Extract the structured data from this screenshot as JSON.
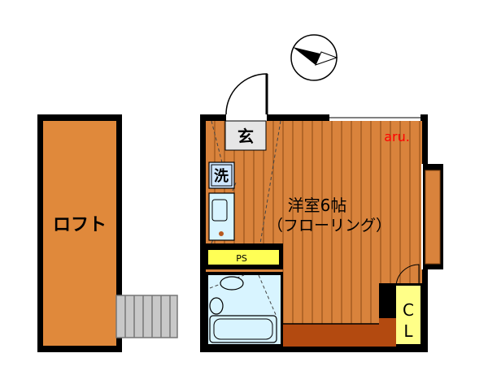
{
  "loft": {
    "label": "ロフト"
  },
  "rooms": {
    "genkan": "玄",
    "sentaku": "洗",
    "main_room_line1": "洋室6帖",
    "main_room_line2": "（フローリング）",
    "ps": "PS",
    "closet_c": "C",
    "closet_l": "L"
  },
  "watermark": "aru.",
  "colors": {
    "loft": "#e0893b",
    "floor": "#d9833c",
    "floor_line": "#8a4a15",
    "wall": "#000000",
    "ps": "#ffff55",
    "bath": "#d8f4ff",
    "closet": "#ffff88",
    "dark_wood": "#b34a10",
    "stairs": "#bfbfbf",
    "watermark": "#ff0000"
  },
  "compass": {
    "icon": "north-arrow-icon",
    "direction_deg": 250
  }
}
